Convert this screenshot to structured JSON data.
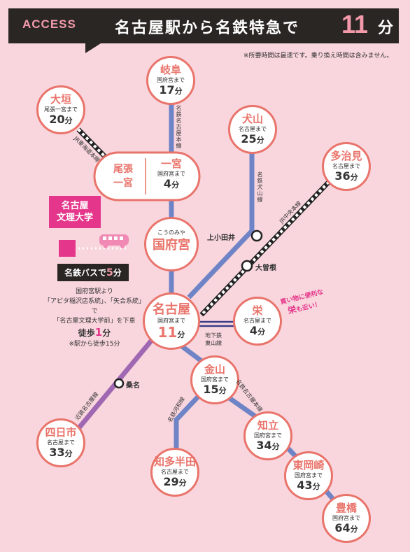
{
  "header": {
    "access": "ACCESS",
    "title": "名古屋駅から名鉄特急で",
    "minutes": "11",
    "unit": "分"
  },
  "note": "※所要時間は最速です。乗り換え時間は含みません。",
  "stations": {
    "gifu": {
      "name": "岐阜",
      "sub": "国府宮まで",
      "min": "17",
      "unit": "分"
    },
    "ogaki": {
      "name": "大垣",
      "sub": "尾張一宮まで",
      "min": "20",
      "unit": "分"
    },
    "inuyama": {
      "name": "犬山",
      "sub": "名古屋まで",
      "min": "25",
      "unit": "分"
    },
    "tajimi": {
      "name": "多治見",
      "sub": "名古屋まで",
      "min": "36",
      "unit": "分"
    },
    "ichinomiya": {
      "left": "尾張",
      "left2": "一宮",
      "name": "一宮",
      "sub": "国府宮まで",
      "min": "4",
      "unit": "分"
    },
    "konomiya": {
      "kana": "こうのみや",
      "name": "国府宮"
    },
    "nagoya": {
      "name": "名古屋",
      "sub": "国府宮まで",
      "min": "11",
      "unit": "分"
    },
    "sakae": {
      "name": "栄",
      "sub": "名古屋まで",
      "min": "4",
      "unit": "分"
    },
    "kanayama": {
      "name": "金山",
      "sub": "国府宮まで",
      "min": "15",
      "unit": "分"
    },
    "yokkaichi": {
      "name": "四日市",
      "sub": "名古屋まで",
      "min": "33",
      "unit": "分"
    },
    "chitahanda": {
      "name": "知多半田",
      "sub": "名古屋まで",
      "min": "29",
      "unit": "分"
    },
    "chiryu": {
      "name": "知立",
      "sub": "国府宮まで",
      "min": "34",
      "unit": "分"
    },
    "higashiokazaki": {
      "name": "東岡崎",
      "sub": "国府宮まで",
      "min": "43",
      "unit": "分"
    },
    "toyohashi": {
      "name": "豊橋",
      "sub": "国府宮まで",
      "min": "64",
      "unit": "分"
    }
  },
  "small_stations": {
    "kamiotai": "上小田井",
    "ozone": "大曽根",
    "kuwana": "桑名"
  },
  "line_labels": {
    "nagoya_main": "名鉄名古屋本線",
    "tokaido": "JR東海道本線",
    "inuyama": "名鉄犬山線",
    "chuo": "JR中央本線",
    "subway": "地下鉄東山線",
    "kintetsu": "近鉄名古屋線",
    "kowa": "名鉄河和線",
    "nagoya_main2": "名鉄名古屋本線"
  },
  "subway_label1": "地下鉄",
  "subway_label2": "東山線",
  "university": {
    "line1": "名古屋",
    "line2": "文理大学"
  },
  "bus": {
    "prefix": "名鉄バスで",
    "minutes": "5",
    "unit": "分"
  },
  "bus_info": {
    "line1": "国府宮駅より",
    "line2": "「アピタ稲沢店系統」、「矢合系統」で",
    "line3": "「名古屋文理大学前」を下車",
    "walk_prefix": "徒歩",
    "walk_min": "1",
    "walk_unit": "分",
    "note": "※駅から徒歩15分"
  },
  "shop_note": {
    "line1": "買い物に便利な",
    "big": "栄",
    "line2": "も近い！"
  },
  "colors": {
    "background": "#f9d6dd",
    "station_border": "#e9746b",
    "blue_line": "#6f84c6",
    "purple_line": "#a067b3",
    "pink_accent": "#e4368a",
    "header_bg": "#2a2624"
  }
}
